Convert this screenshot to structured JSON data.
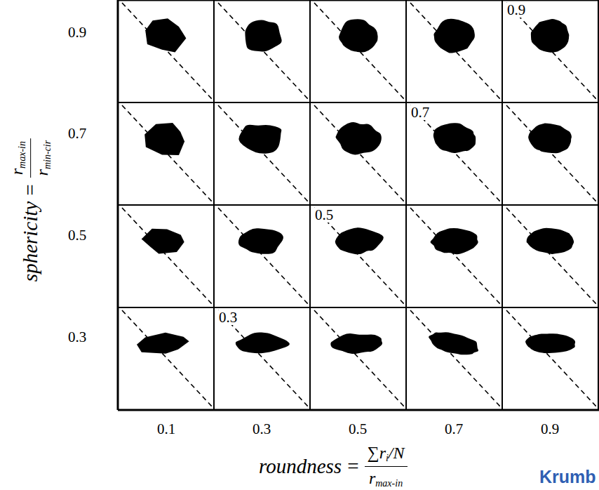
{
  "diagram": {
    "labels": [
      "0.9",
      "0.7",
      "0.5",
      "0.3",
      "0.1",
      "0.3",
      "0.5",
      "0.7",
      "0.9",
      "0.9",
      "0.7",
      "0.5",
      "0.3",
      "sphericity",
      "=",
      "r",
      "max-in",
      "r",
      "min-cir",
      "roundness",
      "=",
      "∑r",
      "i",
      "/N",
      "r",
      "max-in",
      "Krumb"
    ]
  }
}
